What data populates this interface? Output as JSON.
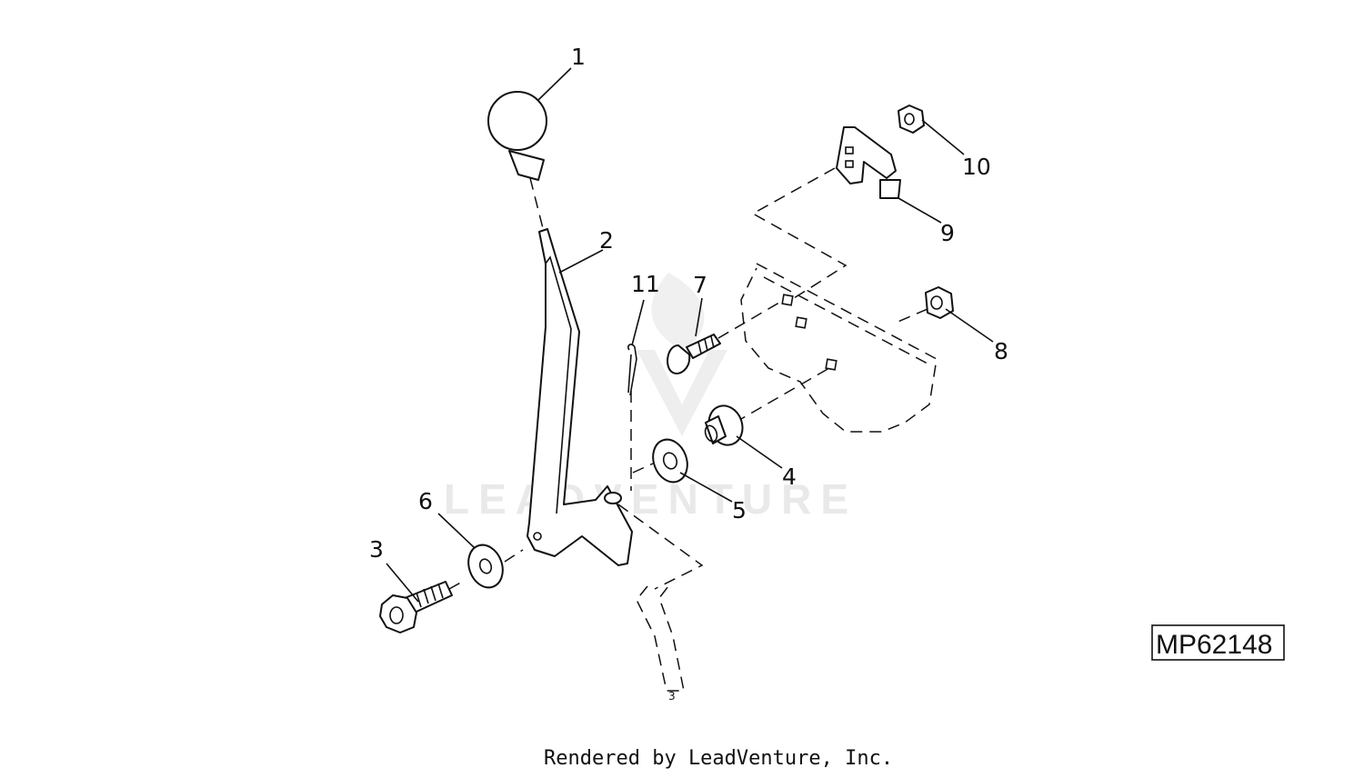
{
  "diagram": {
    "callouts": [
      {
        "id": "c1",
        "label": "1"
      },
      {
        "id": "c2",
        "label": "2"
      },
      {
        "id": "c3",
        "label": "3"
      },
      {
        "id": "c4",
        "label": "4"
      },
      {
        "id": "c5",
        "label": "5"
      },
      {
        "id": "c6",
        "label": "6"
      },
      {
        "id": "c7",
        "label": "7"
      },
      {
        "id": "c8",
        "label": "8"
      },
      {
        "id": "c9",
        "label": "9"
      },
      {
        "id": "c10",
        "label": "10"
      },
      {
        "id": "c11",
        "label": "11"
      }
    ],
    "reference_id": "MP62148",
    "watermark": "LEADVENTURE",
    "footer": "Rendered by LeadVenture, Inc."
  }
}
